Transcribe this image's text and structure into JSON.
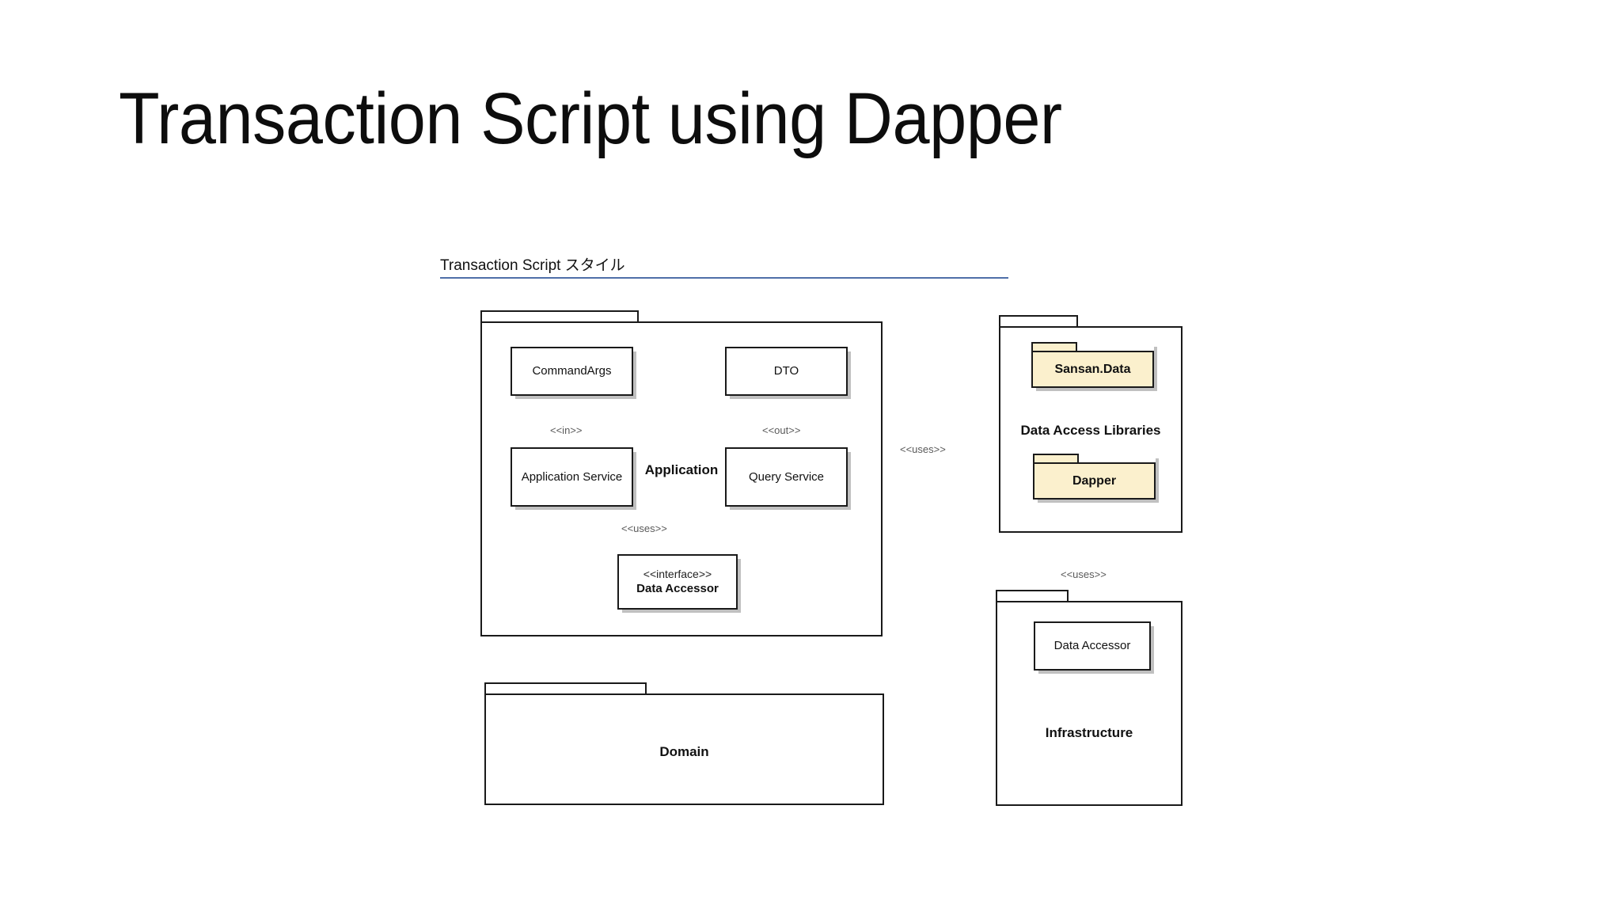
{
  "slide": {
    "title": "Transaction Script using Dapper"
  },
  "diagram": {
    "caption": "Transaction Script スタイル",
    "caption_rule_color": "#4f6fa8",
    "line_color": "#2c4c7c",
    "box_border_color": "#1a1a1a",
    "library_fill_color": "#fbf0cd",
    "packages": [
      {
        "id": "application",
        "label": "Application",
        "classes": [
          {
            "id": "command-args",
            "name": "CommandArgs",
            "stereotype": ""
          },
          {
            "id": "dto",
            "name": "DTO",
            "stereotype": ""
          },
          {
            "id": "application-service",
            "name": "Application Service",
            "stereotype": ""
          },
          {
            "id": "query-service",
            "name": "Query Service",
            "stereotype": ""
          },
          {
            "id": "data-accessor-interface",
            "name": "Data Accessor",
            "stereotype": "<<interface>>"
          }
        ]
      },
      {
        "id": "data-access-libraries",
        "label": "Data Access Libraries",
        "libraries": [
          {
            "id": "sansan-data",
            "name": "Sansan.Data"
          },
          {
            "id": "dapper",
            "name": "Dapper"
          }
        ]
      },
      {
        "id": "infrastructure",
        "label": "Infrastructure",
        "classes": [
          {
            "id": "data-accessor-impl",
            "name": "Data Accessor",
            "stereotype": ""
          }
        ]
      },
      {
        "id": "domain",
        "label": "Domain",
        "classes": []
      }
    ],
    "edges": [
      {
        "id": "app-service-to-commandargs",
        "label": "<<in>>",
        "from": "application-service",
        "to": "command-args"
      },
      {
        "id": "query-service-to-dto",
        "label": "<<out>>",
        "from": "query-service",
        "to": "dto"
      },
      {
        "id": "app-service-to-accessor",
        "label": "<<uses>>",
        "from": "application-service",
        "to": "data-accessor-interface"
      },
      {
        "id": "query-service-to-libraries",
        "label": "<<uses>>",
        "from": "query-service",
        "to": "data-access-libraries"
      },
      {
        "id": "infrastructure-to-libraries",
        "label": "<<uses>>",
        "from": "infrastructure",
        "to": "data-access-libraries"
      },
      {
        "id": "accessor-impl-realizes-interface",
        "label": "",
        "from": "data-accessor-impl",
        "to": "data-accessor-interface"
      },
      {
        "id": "application-to-domain",
        "label": "",
        "from": "application",
        "to": "domain"
      },
      {
        "id": "infrastructure-to-domain",
        "label": "",
        "from": "infrastructure",
        "to": "domain"
      },
      {
        "id": "infrastructure-to-application",
        "label": "",
        "from": "infrastructure",
        "to": "application"
      }
    ]
  }
}
